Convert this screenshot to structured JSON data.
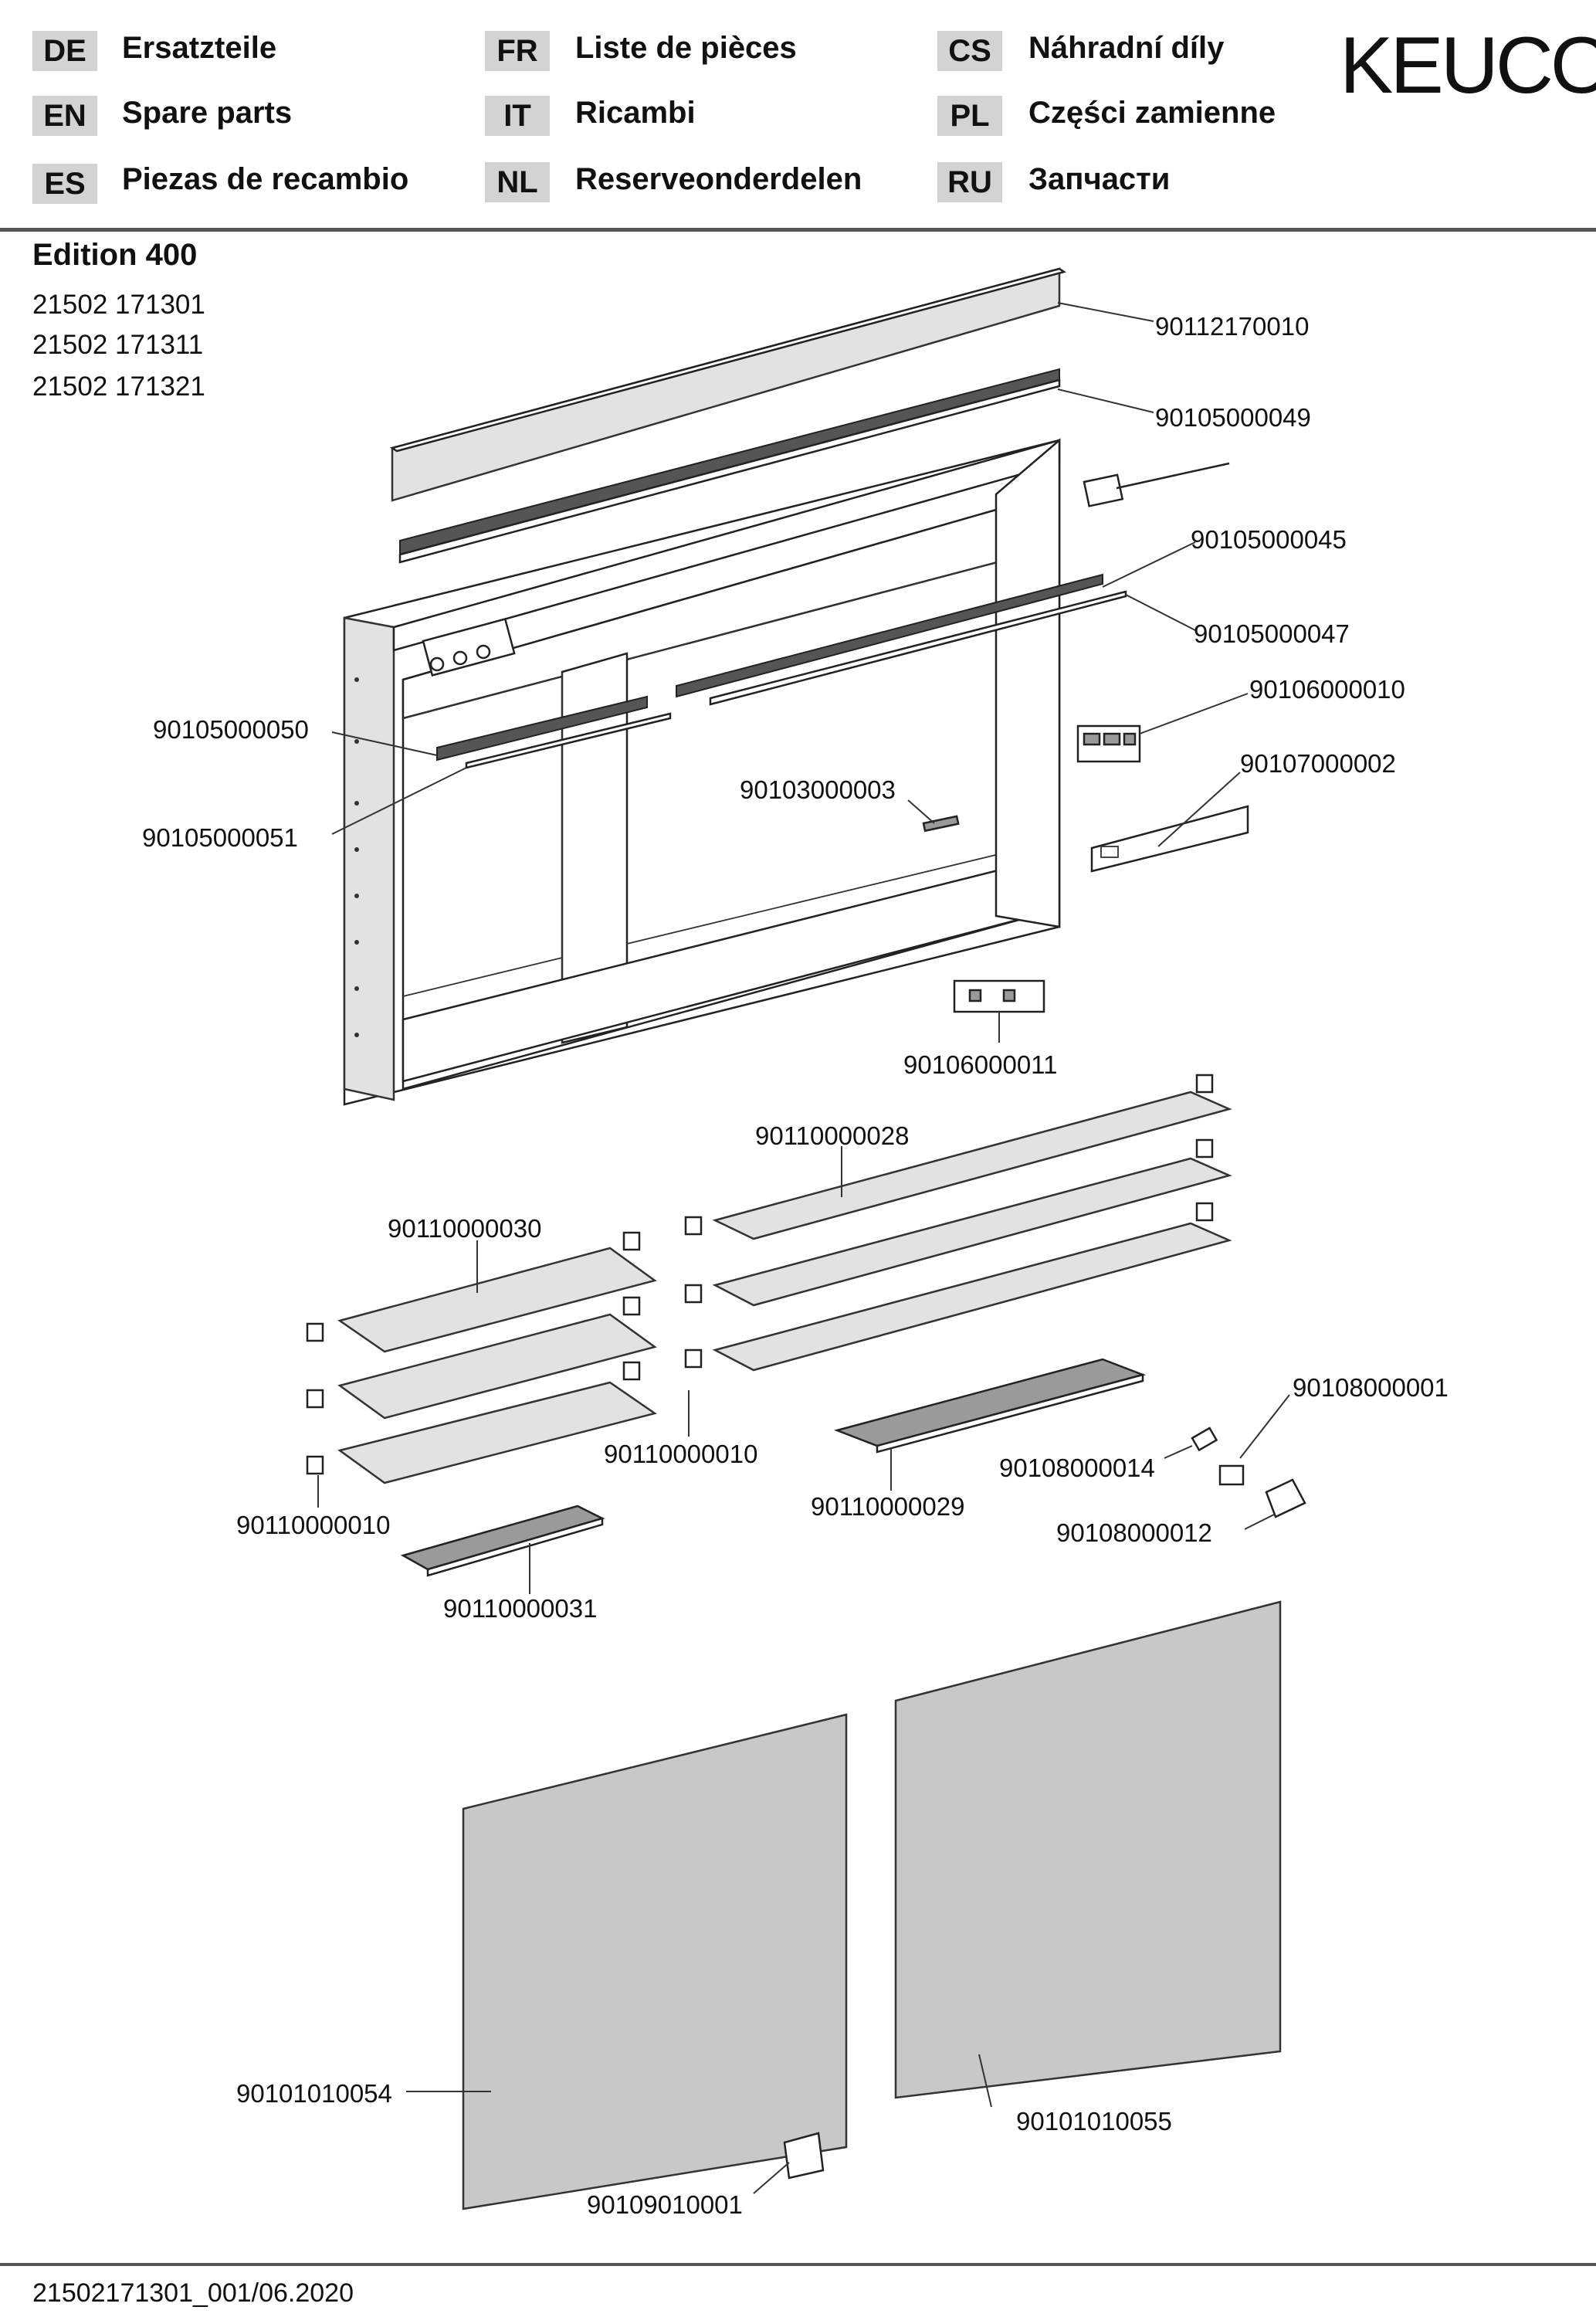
{
  "header": {
    "brand": "KEUCO",
    "languages": [
      {
        "code": "DE",
        "label": "Ersatzteile"
      },
      {
        "code": "EN",
        "label": "Spare parts"
      },
      {
        "code": "ES",
        "label": "Piezas de recambio"
      },
      {
        "code": "FR",
        "label": "Liste de pièces"
      },
      {
        "code": "IT",
        "label": "Ricambi"
      },
      {
        "code": "NL",
        "label": "Reserveonderdelen"
      },
      {
        "code": "CS",
        "label": "Náhradní díly"
      },
      {
        "code": "PL",
        "label": "Części zamienne"
      },
      {
        "code": "RU",
        "label": "Запчасти"
      }
    ]
  },
  "product": {
    "title": "Edition 400",
    "numbers": [
      "21502 171301",
      "21502 171311",
      "21502 171321"
    ]
  },
  "parts": {
    "top_cover": "90112170010",
    "top_strip": "90105000049",
    "right_led": "90105000045",
    "right_diffuser": "90105000047",
    "switch_module": "90106000010",
    "driver": "90107000002",
    "left_led": "90105000050",
    "left_diffuser": "90105000051",
    "sensor": "90103000003",
    "socket": "90106000011",
    "shelf_large": "90110000028",
    "shelf_small": "90110000030",
    "shelf_holder_right": "90110000010",
    "shelf_holder_left": "90110000010",
    "shelf_small_bottom": "90110000031",
    "shelf_large_bottom": "90110000029",
    "hinge_set": "90108000001",
    "hinge_cap": "90108000014",
    "hinge": "90108000012",
    "door_left": "90101010054",
    "door_right": "90101010055",
    "door_pad": "90109010001"
  },
  "footer": {
    "doc_id": "21502171301_001/06.2020"
  }
}
